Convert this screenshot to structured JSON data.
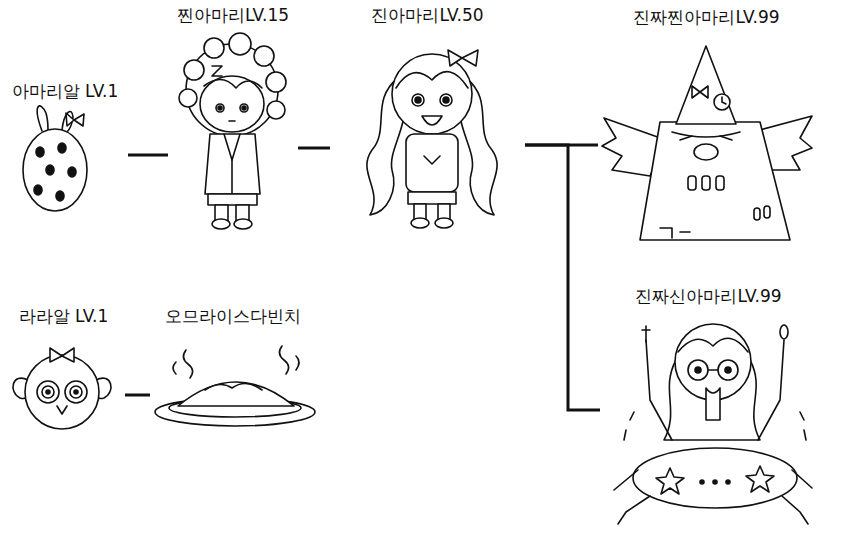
{
  "diagram": {
    "nodes": [
      {
        "text": [
          "아마리알 LV.1"
        ]
      },
      {
        "text": [
          "찐아마리LV.15"
        ]
      },
      {
        "text": [
          "진아마리LV.50"
        ]
      },
      {
        "text": [
          "진짜찐아마리LV.99"
        ]
      },
      {
        "text": [
          "진짜신아마리LV.99"
        ]
      },
      {
        "text": [
          "라라알 LV.1"
        ]
      },
      {
        "text": [
          "오므라이스다빈치"
        ]
      }
    ],
    "edges": [
      {
        "from": 0,
        "to": 1,
        "arrow": "none"
      },
      {
        "from": 1,
        "to": 2,
        "arrow": "none"
      },
      {
        "from": 2,
        "to": 3,
        "arrow": "none"
      },
      {
        "from": 2,
        "to": 4,
        "arrow": "none"
      },
      {
        "from": 5,
        "to": 6,
        "arrow": "none"
      }
    ]
  }
}
